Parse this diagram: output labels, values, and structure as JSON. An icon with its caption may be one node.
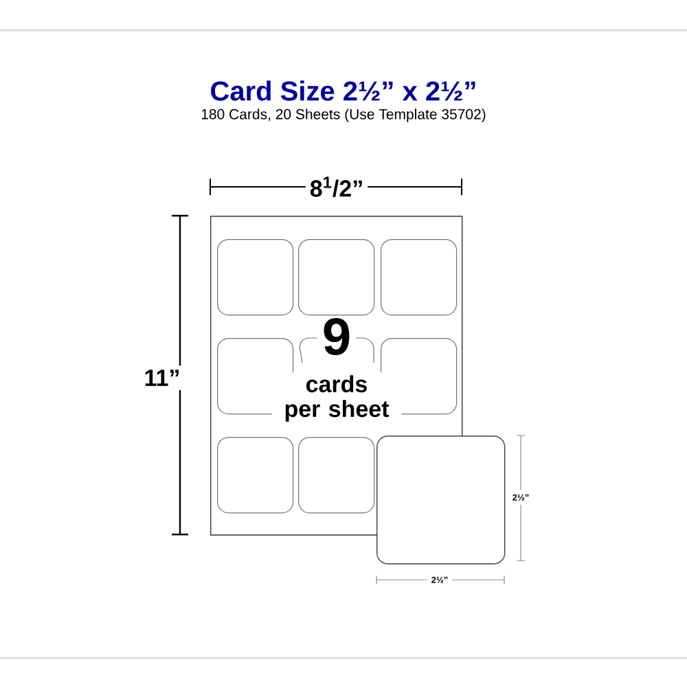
{
  "diagram": {
    "title": "Card Size 2½” x 2½”",
    "nodes": [
      {
        "text": [
          "9",
          "cards per sheet"
        ]
      },
      {
        "text": [],
        "shape": "box",
        "in": 0
      },
      {
        "text": [],
        "shape": "box",
        "in": 0
      },
      {
        "text": [],
        "shape": "box",
        "in": 0
      },
      {
        "text": [],
        "shape": "box",
        "in": 0
      },
      {
        "text": [],
        "shape": "box",
        "in": 0
      },
      {
        "text": [],
        "shape": "box",
        "in": 0
      },
      {
        "text": [],
        "shape": "box",
        "in": 0
      },
      {
        "text": [],
        "shape": "box"
      }
    ],
    "labels": [
      "180 Cards, 20 Sheets (Use Template 35702)",
      "8$^{1}$/2”",
      "11”",
      "2½”",
      "2½”"
    ]
  }
}
